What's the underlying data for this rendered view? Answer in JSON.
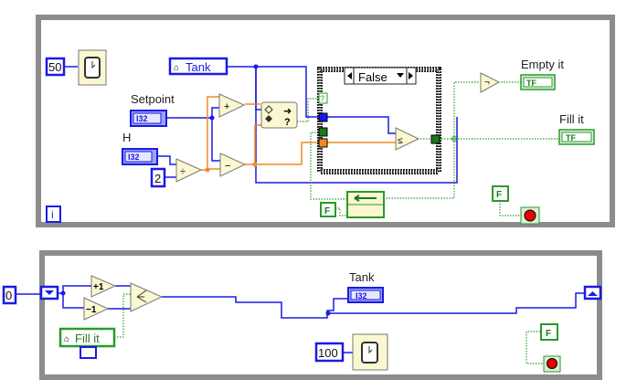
{
  "top_loop": {
    "wait_ms": "50",
    "tank_local": "Tank",
    "setpoint_label": "Setpoint",
    "setpoint_type": "I32",
    "h_label": "H",
    "h_type": "I32",
    "divisor": "2",
    "add_symbol": "+",
    "subtract_symbol": "−",
    "divide_symbol": "÷",
    "case_selector": "False",
    "case_unknown_tunnel": "?",
    "not_symbol": "¬",
    "empty_label": "Empty it",
    "empty_type": "TF",
    "fill_label": "Fill it",
    "fill_type": "TF",
    "feedback_init": "F",
    "stop_const": "F",
    "iteration": "i"
  },
  "bottom_loop": {
    "initial_value": "0",
    "inc_label": "+1",
    "dec_label": "−1",
    "fill_local": "Fill it",
    "tank_label": "Tank",
    "tank_type": "I32",
    "wait_ms": "100",
    "stop_const": "F"
  },
  "colors": {
    "int_wire": "#1a1ae6",
    "double_wire": "#f08a24",
    "bool_wire": "#2a9a2a",
    "loop_frame": "#8c8c8c"
  }
}
